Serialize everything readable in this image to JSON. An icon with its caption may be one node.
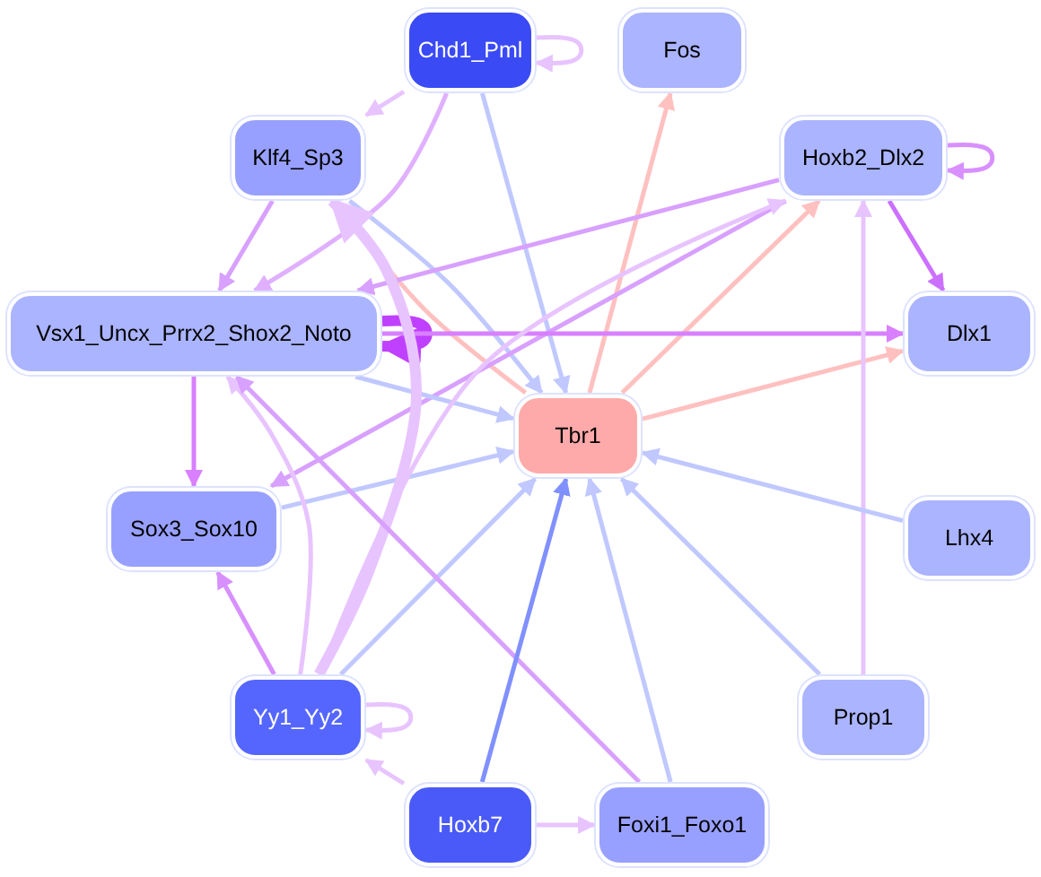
{
  "diagram": {
    "nodes": [
      {
        "text": [
          "Chd1_Pml"
        ]
      },
      {
        "text": [
          "Fos"
        ]
      },
      {
        "text": [
          "Klf4_Sp3"
        ]
      },
      {
        "text": [
          "Hoxb2_Dlx2"
        ]
      },
      {
        "text": [
          "Vsx1_Uncx_Prrx2_Shox2_Noto"
        ]
      },
      {
        "text": [
          "Dlx1"
        ]
      },
      {
        "text": [
          "Tbr1"
        ]
      },
      {
        "text": [
          "Sox3_Sox10"
        ]
      },
      {
        "text": [
          "Lhx4"
        ]
      },
      {
        "text": [
          "Yy1_Yy2"
        ]
      },
      {
        "text": [
          "Prop1"
        ]
      },
      {
        "text": [
          "Hoxb7"
        ]
      },
      {
        "text": [
          "Foxi1_Foxo1"
        ]
      }
    ],
    "edges": [
      {
        "from": 0,
        "to": 0,
        "arrow": "to",
        "color": "#e8c4ff"
      },
      {
        "from": 0,
        "to": 2,
        "arrow": "to",
        "color": "#e8c4ff"
      },
      {
        "from": 0,
        "to": 4,
        "arrow": "to",
        "color": "#e0b0ff"
      },
      {
        "from": 0,
        "to": 6,
        "arrow": "to"
      },
      {
        "from": 2,
        "to": 4,
        "arrow": "to",
        "color": "#d8a0ff"
      },
      {
        "from": 2,
        "to": 6,
        "arrow": "to"
      },
      {
        "from": 6,
        "to": 2,
        "arrow": "to",
        "color": "#ffc0c0"
      },
      {
        "from": 6,
        "to": 1,
        "arrow": "to",
        "color": "#ffc0c0"
      },
      {
        "from": 6,
        "to": 3,
        "arrow": "to",
        "color": "#ffc0c0"
      },
      {
        "from": 6,
        "to": 5,
        "arrow": "to",
        "color": "#ffc0c0"
      },
      {
        "from": 3,
        "to": 3,
        "arrow": "to",
        "color": "#d890ff"
      },
      {
        "from": 3,
        "to": 5,
        "arrow": "to",
        "color": "#cc70ff"
      },
      {
        "from": 3,
        "to": 4,
        "arrow": "to",
        "color": "#d8a0ff"
      },
      {
        "from": 3,
        "to": 7,
        "arrow": "to",
        "color": "#d8a0ff"
      },
      {
        "from": 4,
        "to": 4,
        "arrow": "to",
        "color": "#c040ff",
        "style": "thick"
      },
      {
        "from": 4,
        "to": 5,
        "arrow": "to",
        "color": "#d880ff"
      },
      {
        "from": 4,
        "to": 6,
        "arrow": "to"
      },
      {
        "from": 4,
        "to": 7,
        "arrow": "to",
        "color": "#d880ff"
      },
      {
        "from": 7,
        "to": 6,
        "arrow": "to"
      },
      {
        "from": 9,
        "to": 7,
        "arrow": "to",
        "color": "#d890ff"
      },
      {
        "from": 9,
        "to": 2,
        "arrow": "to",
        "color": "#e8c4ff",
        "style": "thick"
      },
      {
        "from": 9,
        "to": 4,
        "arrow": "to",
        "color": "#e8c4ff"
      },
      {
        "from": 9,
        "to": 3,
        "arrow": "to",
        "color": "#e8c4ff"
      },
      {
        "from": 9,
        "to": 6,
        "arrow": "to"
      },
      {
        "from": 9,
        "to": 9,
        "arrow": "to",
        "color": "#e8c4ff"
      },
      {
        "from": 12,
        "to": 4,
        "arrow": "to",
        "color": "#d8a0ff"
      },
      {
        "from": 11,
        "to": 9,
        "arrow": "to",
        "color": "#e8c4ff"
      },
      {
        "from": 11,
        "to": 6,
        "arrow": "to",
        "color": "#8090ff"
      },
      {
        "from": 11,
        "to": 12,
        "arrow": "to",
        "color": "#e8c4ff"
      },
      {
        "from": 12,
        "to": 6,
        "arrow": "to"
      },
      {
        "from": 10,
        "to": 6,
        "arrow": "to"
      },
      {
        "from": 10,
        "to": 3,
        "arrow": "to",
        "color": "#e8c4ff"
      },
      {
        "from": 8,
        "to": 6,
        "arrow": "to"
      }
    ]
  }
}
